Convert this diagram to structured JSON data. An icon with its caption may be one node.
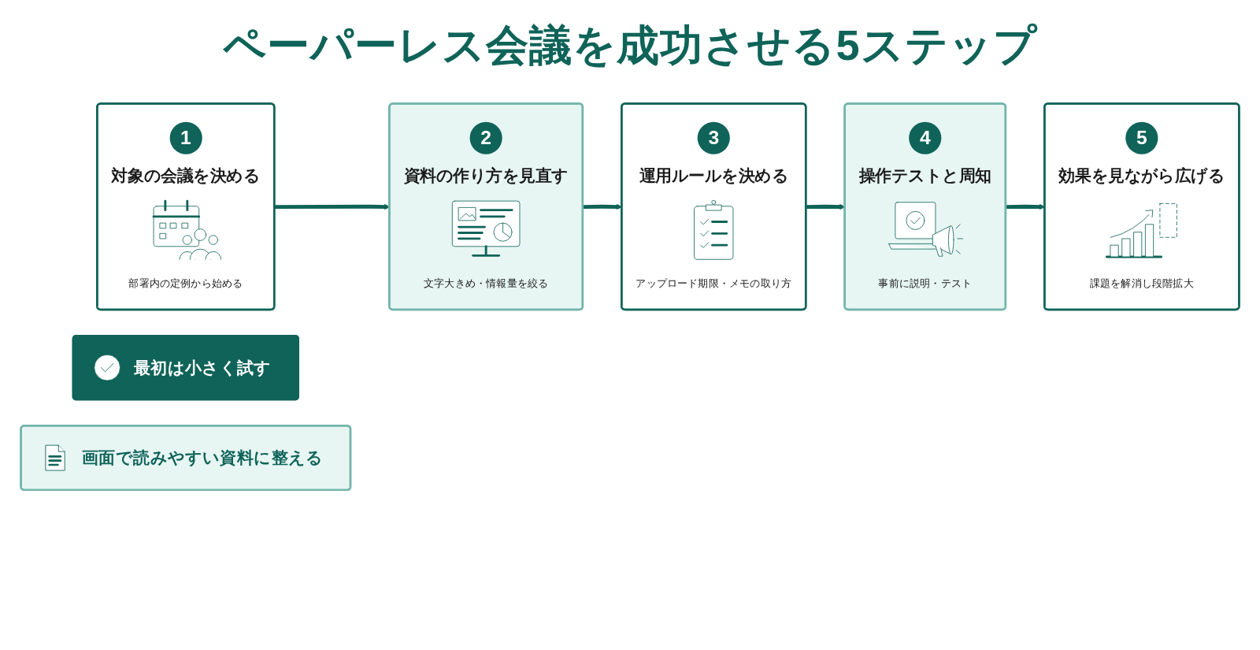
{
  "diagram": {
    "title": "ペーパーレス会議を成功させる5ステップ",
    "nodes": [
      {
        "text": [
          "1",
          "対象の会議を決める",
          "部署内の定例から始める"
        ]
      },
      {
        "text": [
          "2",
          "資料の作り方を見直す",
          "文字大きめ・情報量を絞る"
        ]
      },
      {
        "text": [
          "3",
          "運用ルールを決める",
          "アップロード期限・メモの取り方"
        ]
      },
      {
        "text": [
          "4",
          "操作テストと周知",
          "事前に説明・テスト"
        ]
      },
      {
        "text": [
          "5",
          "効果を見ながら広げる",
          "課題を解消し段階拡大"
        ]
      },
      {
        "text": [
          "最初は小さく試す"
        ]
      },
      {
        "text": [
          "画面で読みやすい資料に整える"
        ]
      }
    ],
    "edges": [
      {
        "from": 0,
        "to": 1,
        "arrow": "to"
      },
      {
        "from": 1,
        "to": 2,
        "arrow": "to"
      },
      {
        "from": 2,
        "to": 3,
        "arrow": "to"
      },
      {
        "from": 3,
        "to": 4,
        "arrow": "to"
      }
    ]
  }
}
